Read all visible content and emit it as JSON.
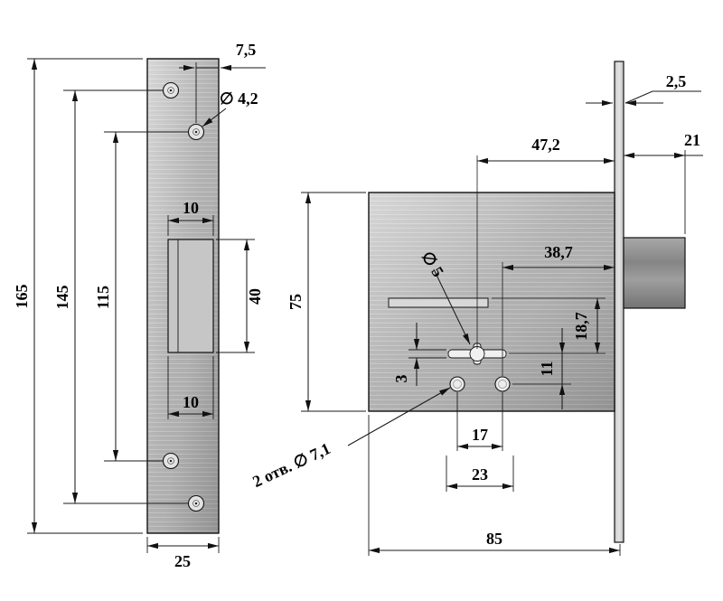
{
  "title": "Mortise lock technical drawing",
  "labels": {
    "plate_height": "165",
    "plate_outer_holes": "145",
    "plate_inner_holes": "115",
    "cutout_height": "40",
    "cutout_top_width": "10",
    "cutout_bottom_width": "10",
    "plate_width": "25",
    "hole_edge_offset": "7,5",
    "plate_hole_diameter": "∅ 4,2",
    "body_height": "75",
    "faceplate_thickness": "2,5",
    "bolt_protrusion": "21",
    "keyhole_backset": "47,2",
    "holes_backset": "38,7",
    "slot_to_keyhole": "18,7",
    "keyhole_to_holes": "11",
    "slot_height": "3",
    "hole_pitch": "17",
    "hole_span": "23",
    "body_width": "85",
    "keyhole_diameter": "∅ 5",
    "fixing_holes_note": "2 отв. ∅ 7,1"
  }
}
